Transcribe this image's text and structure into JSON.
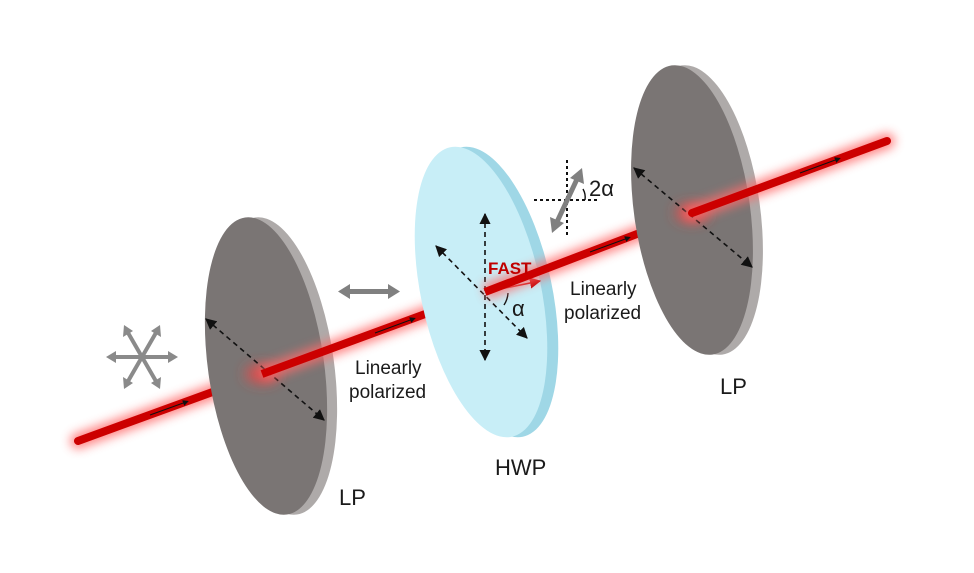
{
  "labels": {
    "lp_left": "LP",
    "lp_right": "LP",
    "hwp": "HWP",
    "fast": "FAST",
    "alpha": "α",
    "two_alpha": "2α",
    "linearly_1": "Linearly",
    "polarized_1": "polarized",
    "linearly_2": "Linearly",
    "polarized_2": "polarized"
  },
  "colors": {
    "beam": "#cc0000",
    "beam_glow": "#ff6b6b",
    "fast_text": "#c00000",
    "polarizer_face": "#7a7574",
    "polarizer_edge": "#aeaaa9",
    "waveplate_face": "#c8eef7",
    "waveplate_edge": "#9fd7e6",
    "gray_arrow": "#808080"
  }
}
